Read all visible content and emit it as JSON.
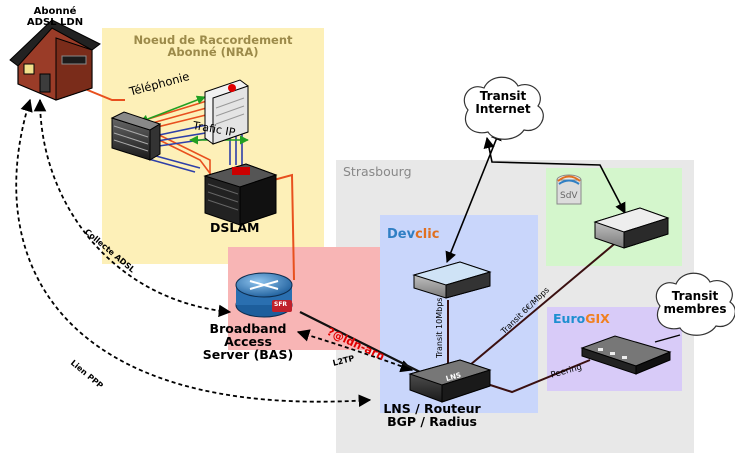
{
  "abonne": {
    "line1": "Abonné",
    "line2": "ADSL LDN"
  },
  "nra": {
    "line1": "Noeud de Raccordement",
    "line2": "Abonné (NRA)"
  },
  "telephonie": "Téléphonie",
  "trafic_ip": "Trafic IP",
  "dslam": "DSLAM",
  "strasbourg": "Strasbourg",
  "devclic": {
    "part1": "Dev",
    "part2": "clic"
  },
  "eurogix": {
    "part1": "Euro",
    "part2": "GIX"
  },
  "transit_internet": {
    "line1": "Transit",
    "line2": "Internet"
  },
  "transit_membres": {
    "line1": "Transit",
    "line2": "membres"
  },
  "bas": {
    "line1": "Broadband",
    "line2": "Access",
    "line3": "Server (BAS)"
  },
  "sfr_logo": "SFR",
  "sdv_logo": "SdV",
  "lns": {
    "line1": "LNS / Routeur",
    "line2": "BGP / Radius",
    "device_label": "LNS"
  },
  "edges": {
    "collecte_adsl": "Collecte ADSL",
    "lien_ppp": "Lien PPP",
    "l2tp": "L2TP",
    "ldn_arn": "?@ldn-arn",
    "transit_10mbps": "Transit 10Mbps",
    "transit_6e": "Transit 6€/Mbps",
    "peering": "Peering"
  },
  "colors": {
    "nra_bg": "#fdf0b8",
    "strasbourg_bg": "#e8e8e8",
    "devclic_bg": "#c9d6fb",
    "sdv_bg": "#d4f6cc",
    "eurogix_bg": "#d8cbf8",
    "bas_bg": "#f8b5b5",
    "ldn_arn_text": "#e00000",
    "nra_title": "#9c8a4a",
    "devclic_blue": "#2f7fc4",
    "eurogix_blue": "#1f8fd0",
    "eurogix_orange": "#f08020"
  }
}
